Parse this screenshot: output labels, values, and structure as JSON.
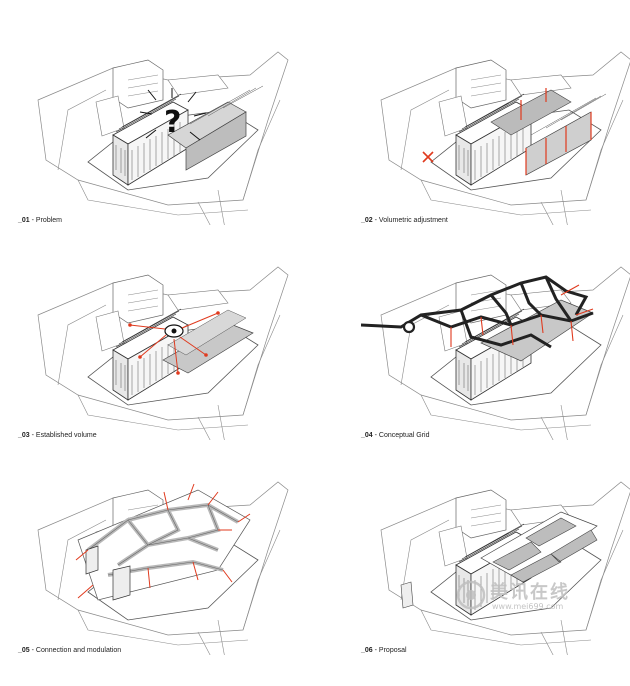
{
  "panels": [
    {
      "number": "_01",
      "title": "Problem"
    },
    {
      "number": "_02",
      "title": "Volumetric adjustment"
    },
    {
      "number": "_03",
      "title": "Established volume"
    },
    {
      "number": "_04",
      "title": "Conceptual Grid"
    },
    {
      "number": "_05",
      "title": "Connection and modulation"
    },
    {
      "number": "_06",
      "title": "Proposal"
    }
  ],
  "separator": " - ",
  "watermark": {
    "text": "美讯在线",
    "url": "www.mei699.com"
  },
  "colors": {
    "line": "#444444",
    "accent": "#e03a1e",
    "fill": "#c8c8c8",
    "path": "#222222"
  }
}
